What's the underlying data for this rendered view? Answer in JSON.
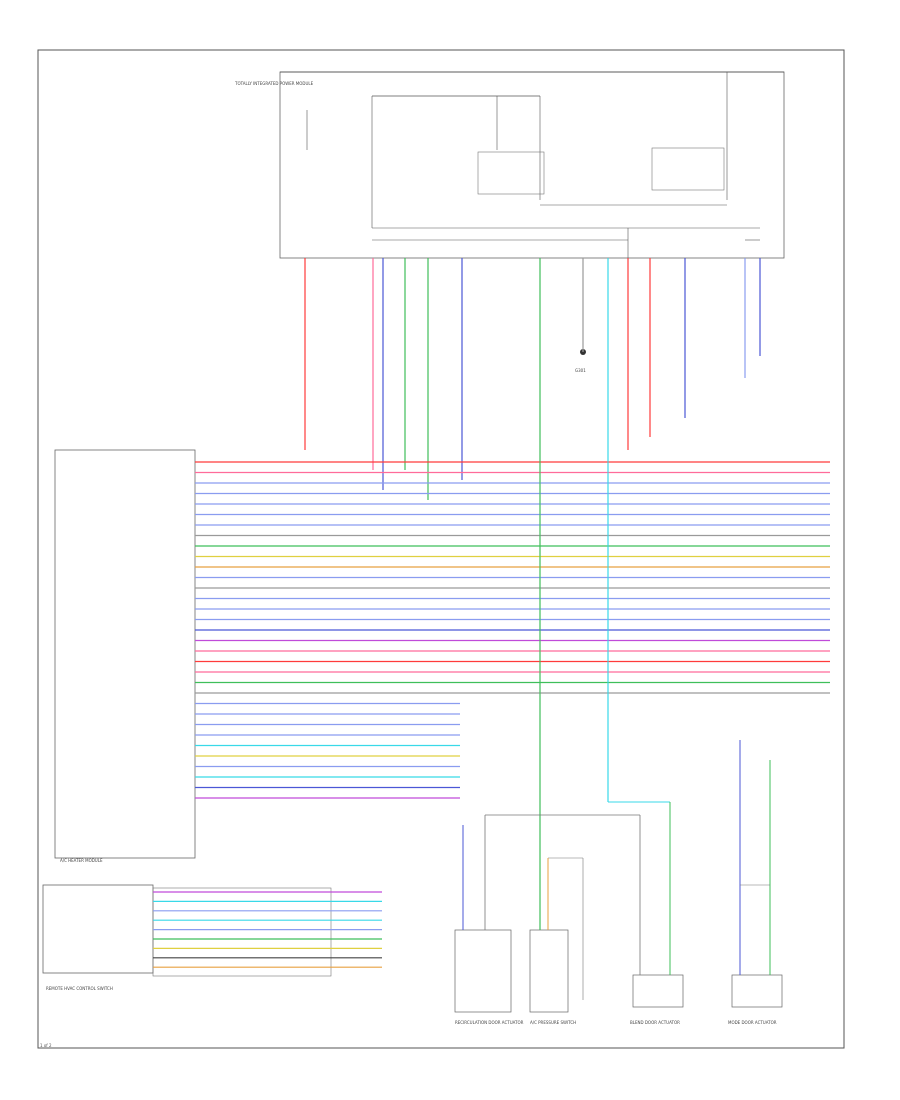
{
  "diagram": {
    "footer_code": "1 of 2",
    "module_label": "A/C HEATER MODULE",
    "panel_label": "REMOTE HVAC CONTROL SWITCH",
    "fuse_box_label": "TOTALLY INTEGRATED POWER MODULE",
    "ground_label": "G301",
    "components": [
      "RECIRCULATION DOOR ACTUATOR",
      "A/C PRESSURE SWITCH",
      "BLEND DOOR ACTUATOR",
      "MODE DOOR ACTUATOR"
    ]
  },
  "colors": {
    "red": "#ff3b3b",
    "pink": "#ff6b9a",
    "blue": "#4b57d6",
    "lightblue": "#8a9cf0",
    "green": "#3fbf5a",
    "cyan": "#38d9e8",
    "gray": "#9a9a9a",
    "orange": "#e8a040",
    "violet": "#c04bd9",
    "yellow": "#e0d040",
    "darkgray": "#444444"
  },
  "wires": {
    "vertical_top": [
      {
        "color": "red"
      },
      {
        "color": "pink"
      },
      {
        "color": "blue"
      },
      {
        "color": "green"
      },
      {
        "color": "green"
      },
      {
        "color": "blue"
      },
      {
        "color": "green"
      },
      {
        "color": "gray"
      },
      {
        "color": "cyan"
      },
      {
        "color": "red"
      },
      {
        "color": "red"
      },
      {
        "color": "blue"
      },
      {
        "color": "lightblue"
      },
      {
        "color": "blue"
      }
    ],
    "horizontal": [
      {
        "color": "red"
      },
      {
        "color": "pink"
      },
      {
        "color": "lightblue"
      },
      {
        "color": "lightblue"
      },
      {
        "color": "lightblue"
      },
      {
        "color": "lightblue"
      },
      {
        "color": "lightblue"
      },
      {
        "color": "gray"
      },
      {
        "color": "green"
      },
      {
        "color": "yellow"
      },
      {
        "color": "orange"
      },
      {
        "color": "lightblue"
      },
      {
        "color": "gray"
      },
      {
        "color": "lightblue"
      },
      {
        "color": "lightblue"
      },
      {
        "color": "lightblue"
      },
      {
        "color": "blue"
      },
      {
        "color": "violet"
      },
      {
        "color": "pink"
      },
      {
        "color": "red"
      },
      {
        "color": "pink"
      },
      {
        "color": "green"
      },
      {
        "color": "gray"
      },
      {
        "color": "lightblue"
      },
      {
        "color": "lightblue"
      },
      {
        "color": "lightblue"
      },
      {
        "color": "lightblue"
      },
      {
        "color": "cyan"
      },
      {
        "color": "yellow"
      },
      {
        "color": "lightblue"
      },
      {
        "color": "cyan"
      },
      {
        "color": "blue"
      },
      {
        "color": "violet"
      }
    ],
    "panel": [
      {
        "color": "violet"
      },
      {
        "color": "cyan"
      },
      {
        "color": "lightblue"
      },
      {
        "color": "cyan"
      },
      {
        "color": "lightblue"
      },
      {
        "color": "green"
      },
      {
        "color": "yellow"
      },
      {
        "color": "darkgray"
      },
      {
        "color": "orange"
      }
    ]
  }
}
